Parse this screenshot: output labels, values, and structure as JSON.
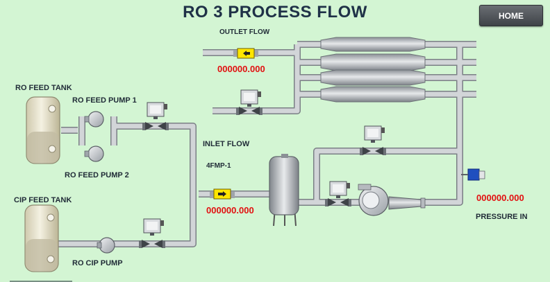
{
  "header": {
    "title": "RO 3 PROCESS FLOW",
    "home_label": "HOME"
  },
  "tanks": {
    "ro_feed_tank": "RO FEED TANK",
    "cip_feed_tank": "CIP FEED TANK"
  },
  "pumps": {
    "ro_feed_pump_1": "RO FEED PUMP 1",
    "ro_feed_pump_2": "RO FEED PUMP 2",
    "ro_cip_pump": "RO CIP PUMP"
  },
  "flow": {
    "outlet_label": "OUTLET FLOW",
    "outlet_value": "000000.000",
    "inlet_label": "INLET FLOW",
    "inlet_meter_tag": "4FMP-1",
    "inlet_value": "000000.000"
  },
  "pressure": {
    "label": "PRESSURE IN",
    "value": "000000.000"
  },
  "colors": {
    "background": "#d3f5d3",
    "value_text": "#e21010",
    "flow_meter": "#ffe600",
    "pipe": "#c9cdd1"
  }
}
